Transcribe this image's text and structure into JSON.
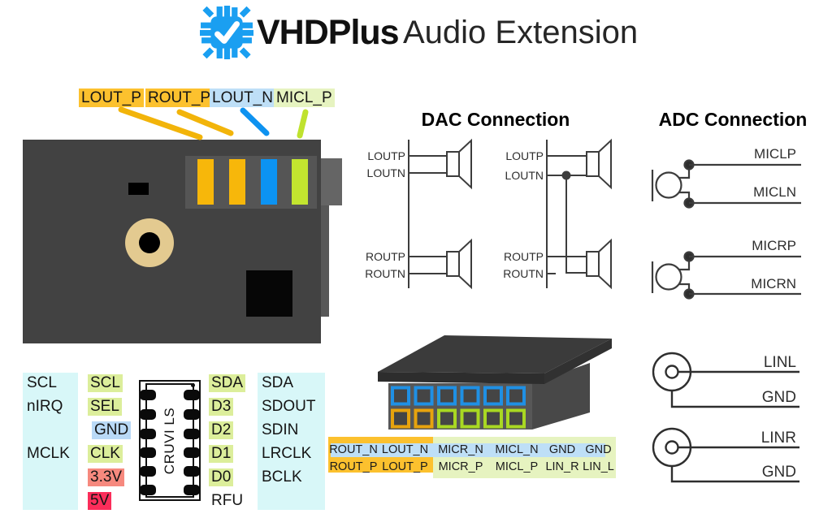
{
  "header": {
    "brand": "VHDPlus",
    "product": "Audio Extension"
  },
  "callouts": {
    "labels": [
      "LOUT_P",
      "ROUT_P",
      "LOUT_N",
      "MICL_P"
    ]
  },
  "dac": {
    "title": "DAC Connection",
    "signals": [
      "LOUTP",
      "LOUTN",
      "ROUTP",
      "ROUTN"
    ]
  },
  "adc": {
    "title": "ADC Connection",
    "mic_left": [
      "MICLP",
      "MICLN"
    ],
    "mic_right": [
      "MICRP",
      "MICRN"
    ],
    "line_left": [
      "LINL",
      "GND"
    ],
    "line_right": [
      "LINR",
      "GND"
    ]
  },
  "pin_map": {
    "host_left": [
      "SCL",
      "nIRQ",
      "MCLK"
    ],
    "cruvi_left": [
      "SCL",
      "SEL",
      "GND",
      "CLK",
      "3.3V",
      "5V"
    ],
    "chip_label": "CRUVI LS",
    "cruvi_right": [
      "SDA",
      "D3",
      "D2",
      "D1",
      "D0",
      "RFU"
    ],
    "host_right": [
      "SDA",
      "SDOUT",
      "SDIN",
      "LRCLK",
      "BCLK"
    ]
  },
  "connector": {
    "row_n": [
      "ROUT_N",
      "LOUT_N",
      "MICR_N",
      "MICL_N",
      "GND",
      "GND"
    ],
    "row_p": [
      "ROUT_P",
      "LOUT_P",
      "MICR_P",
      "MICL_P",
      "LIN_R",
      "LIN_L"
    ]
  },
  "colors": {
    "logo_blue": "#1a9ff1",
    "highlight_orange": "#fcc12e",
    "highlight_blue": "#bedff7",
    "highlight_green": "#e6f3c0",
    "pin_green": "#dcee9b",
    "pin_blue": "#b9d9f6",
    "pin_salmon": "#f6897e",
    "pin_red": "#fb2d5a",
    "panel_cyan": "#d8f7f8",
    "wire_orange": "#f2b40a",
    "wire_blue": "#0e92f0",
    "wire_green": "#bfe22e",
    "board_gray": "#424242"
  }
}
